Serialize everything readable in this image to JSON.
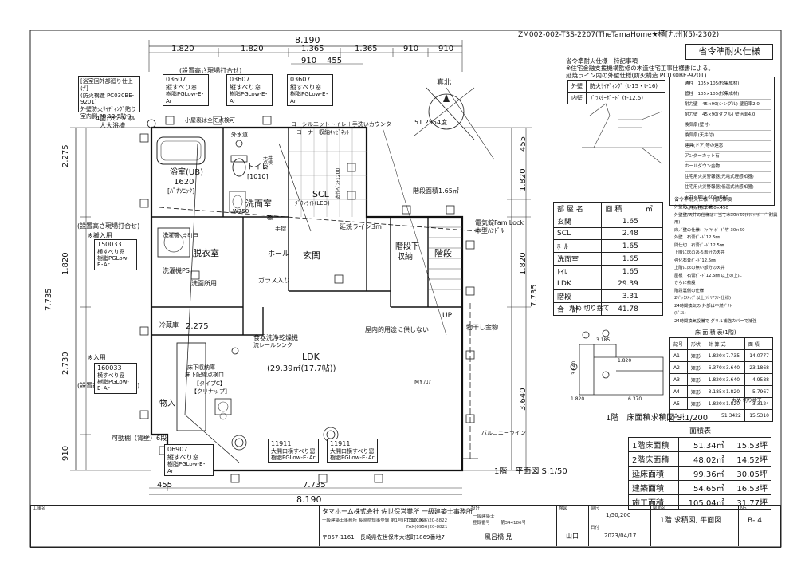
{
  "doc_code": "ZM002-002-T3S-2207(TheTamaHome★極[九州](5)-2302)",
  "top_dims": {
    "total": "8.190",
    "segments": [
      "1.820",
      "1.820",
      "1.365",
      "1.365",
      "910",
      "910"
    ],
    "sub": [
      "910",
      "455"
    ]
  },
  "bottom_dims": {
    "a": "455",
    "b": "7.735",
    "total": "8.190"
  },
  "left_dims": {
    "total": "7.735",
    "a": "2.275",
    "b": "1.820",
    "c": "2.730",
    "d": "910"
  },
  "right_dims": {
    "a": "455",
    "b": "1.820",
    "c": "1.820",
    "total": "7.735",
    "d": "3.640"
  },
  "notes": {
    "bath_wall_title": "[浴室回外部廻り仕上げ]",
    "bath_wall_1": "(防火構造 PC030BE-9201)",
    "bath_wall_2": "外壁防火ｻｲﾃﾞｨﾝｸﾞ貼り",
    "bath_wall_3": "室内側 PB:12.5貼り",
    "install_height_top": "(設置高さ現場打合せ)",
    "install_height_left": "(設置高さ現場打合せ)",
    "install_height_bl": "(設置高さ現場打合せ)",
    "access_use_1": "※搬入用",
    "access_use_2": "※入用",
    "bathtub": "4面ｱｸｾﾝﾄﾊﾟﾈﾙ",
    "bathtub_2": "人大浴槽",
    "small_window": "小屋裏は全て点検可",
    "outside_water": "外水道",
    "pipe_check": "天井点検口",
    "toilet_counter": "ローシルエットトイレ＋手洗いカウンター",
    "toilet_counter_2": "コーナー収納ｷｬﾋﾞﾈｯﾄ",
    "bench": "造作ﾍﾞﾝﾁ1200",
    "true_north": "真北",
    "angle": "51.2554度",
    "stair_area": "階段面積1.65㎡",
    "lock": "電気錠FamiLock",
    "lock_2": "本型ﾊﾝﾄﾞﾙ",
    "fire_line": "延焼ライン3m",
    "not_for_room": "屋内的用途に供しない",
    "hardware": "物干し金物",
    "dishwasher": "食器洗浄乾燥機",
    "sink": "流レールシンク",
    "floor_heat": "床下収納庫",
    "floor_heat_2": "床下配線点検口",
    "type_c": "【タイプC】",
    "type_c_2": "【クリナップ】",
    "shelf": "可動棚（背壁）6段",
    "balcony_line": "バルコニーライン",
    "up": "UP",
    "mio": "MYﾌﾛｱ"
  },
  "rooms": {
    "bath": "浴室(UB)",
    "bath_size": "1620",
    "bath_brand": "[ﾊﾟﾅｿﾆｯｸ]",
    "toilet": "トイレ",
    "toilet_sub": "[1010]",
    "wash": "洗面室",
    "wash_sub": "W750",
    "dressing": "脱衣室",
    "washing_machine": "洗濯機",
    "washer_pan": "洗濯機PS",
    "sink_stand": "洗面所用",
    "clothesline": "片引戸",
    "hall": "ホール",
    "entrance": "玄関",
    "scl": "SCL",
    "scl_sub": "ﾀﾞｳﾝﾗｲﾄ(LED)",
    "under_stair": "階段下",
    "under_stair_2": "収納",
    "stair": "階段",
    "ldk": "LDK",
    "ldk_area": "(29.39㎡(17.7帖))",
    "fridge": "冷蔵庫",
    "storage": "物入",
    "kitchen_tier": "2.275",
    "glass": "ガラス入り",
    "hand_rail": "手摺",
    "hanger": "棚"
  },
  "windows": [
    {
      "code": "03607",
      "kind": "縦すべり窓",
      "glass": "樹脂PGLow-E･Ar"
    },
    {
      "code": "03607",
      "kind": "縦すべり窓",
      "glass": "樹脂PGLow-E･Ar"
    },
    {
      "code": "03607",
      "kind": "縦すべり窓",
      "glass": "樹脂PGLow-E･Ar"
    },
    {
      "code": "06907",
      "kind": "縦すべり窓",
      "glass": "樹脂PGLow-E･Ar"
    },
    {
      "code": "11911",
      "kind": "大開口横すべり窓",
      "glass": "樹脂PGLow-E･Ar"
    },
    {
      "code": "11911",
      "kind": "大開口横すべり窓",
      "glass": "樹脂PGLow-E･Ar"
    }
  ],
  "left_windows": [
    {
      "code": "150033",
      "kind": "横すべり窓",
      "glass": "樹脂PGLow-E･Ar"
    },
    {
      "code": "160033",
      "kind": "横すべり窓",
      "glass": "樹脂PGLow-E･Ar"
    }
  ],
  "spec": {
    "title": "省令準耐火仕様",
    "title2": "省令準耐火仕様　特記事項",
    "line1": "※住宅金融支援機構監修の木造住宅工事仕様書による。",
    "line2": "延焼ライン内の外壁仕様(防火構造 PC030BE-9201)",
    "row1_label": "外壁",
    "row1_val": "防火ｻｲﾃﾞｨﾝｸﾞ (t-15・t-16)",
    "row2_label": "内壁",
    "row2_val": "ﾌﾟﾗｽﾀｰﾎﾞｰﾄﾞ (t-12.5)"
  },
  "legend_items": [
    "通柱　105×105(杉集成材)",
    "管柱　105×105(杉集成材)",
    "耐力壁　45×90(シングル) 壁倍率2.0",
    "耐力壁　45×90(ダブル) 壁倍率4.0",
    "換気扇(壁付)",
    "換気扇(天井付)",
    "建具(ドア)等の連窓",
    "アンダーカット有",
    "ホールダウン金物",
    "住宅用火災警報器(光電式煙感知器)",
    "住宅用火災警報器(低温式熱感知器)",
    "天井点検口 600×600",
    "天井点検口 450×450"
  ],
  "area_table": {
    "headers": [
      "部 屋 名",
      "面 積",
      "㎡"
    ],
    "rows": [
      [
        "玄関",
        "1.65"
      ],
      [
        "SCL",
        "2.48"
      ],
      [
        "ﾎｰﾙ",
        "1.65"
      ],
      [
        "洗面室",
        "1.65"
      ],
      [
        "ﾄｲﾚ",
        "1.65"
      ],
      [
        "LDK",
        "29.39"
      ],
      [
        "階段",
        "3.31"
      ]
    ],
    "total_label": "合　計",
    "total_value": "41.78",
    "round_note": "丸め 切り捨て"
  },
  "fire_notes": {
    "title": "省令準耐火仕様　特記事項",
    "lines": [
      "外壁貼・天井の仕様",
      "外壁壁/天井の仕様は：当て木30×60(ｾﾗﾐｯｸﾎﾞｰﾄﾞ 耐震用)",
      "床／壁の仕様：ﾌｧｲﾔｰﾎﾞｰﾄﾞ竹 30×60",
      "外壁　石膏ﾎﾞｰﾄﾞ12.5㎜",
      "間仕切　石膏ﾎﾞｰﾄﾞ12.5㎜",
      "上階に床のある部分の天井",
      "強化石膏ﾎﾞｰﾄﾞ12.5㎜",
      "上階に床の無い部分の天井",
      "屋根　石膏ﾎﾞｰﾄﾞ12.5㎜ 以上の上に",
      "さらに敷設",
      "階段裏側の仕様",
      "2ﾊﾞｯｸｽｷｯﾌﾟ以上(ﾊﾞﾘｱﾌﾘｰ仕様)",
      "24時間換気の 外部は不燃ﾀﾞｸﾄ",
      "(ﾋﾞﾆﾙ)",
      "24時間換気設備で グリル補強カバーで補強"
    ]
  },
  "floor_calc": {
    "title": "床 面 積 表(1階)",
    "headers": [
      "記号",
      "形状",
      "計 算 式",
      "面 積"
    ],
    "rows": [
      [
        "A1",
        "矩形",
        "1.820×7.735",
        "14.0777"
      ],
      [
        "A2",
        "矩形",
        "6.370×3.640",
        "23.1868"
      ],
      [
        "A3",
        "矩形",
        "1.820×3.640",
        "4.9588"
      ],
      [
        "A4",
        "矩形",
        "3.185×1.820",
        "5.7967"
      ],
      [
        "A5",
        "矩形",
        "1.820×1.820",
        "3.3124"
      ]
    ],
    "total_label": "合 計",
    "total_value": "51.3422",
    "total_tsubo": "15.5310",
    "round_note": "丸め 切り捨て"
  },
  "diagram_dims": {
    "a": "3.185",
    "b": "1.820",
    "c": "6.370",
    "d": "1.820",
    "e": "3.640"
  },
  "floor_area_caption": "1階　床面積求積図 S:1/200",
  "floor_area_summary": {
    "title": "面積表",
    "rows": [
      [
        "1階床面積",
        "51.34㎡",
        "15.53坪"
      ],
      [
        "2階床面積",
        "48.02㎡",
        "14.52坪"
      ],
      [
        "延床面積",
        "99.36㎡",
        "30.05坪"
      ],
      [
        "建築面積",
        "54.65㎡",
        "16.53坪"
      ],
      [
        "施工面積",
        "105.04㎡",
        "31.77坪"
      ]
    ]
  },
  "plan_caption": "1階　平面図 S:1/50",
  "title_block": {
    "project_label": "工事名",
    "company": "タマホーム株式会社 佐世保営業所 一級建築士事務所",
    "registration": "一級建築士事務所 長崎県知事登録 第1号(R:1001/6)",
    "tel": "TEL(0956)20-8822",
    "fax": "FAX(0956)20-8821",
    "address": "〒857-1161　長崎県佐世保市大塔町1869番地7",
    "designer_label": "設計",
    "designer_sub": "一級建築士",
    "designer_sub2": "登録番号",
    "designer_num": "第344186号",
    "designer_name": "風呂橋 見",
    "check_label": "検図",
    "check_name": "山口",
    "scale_label": "縮尺",
    "scale": "1/50,200",
    "date_label": "日付",
    "date": "2023/04/17",
    "drawing_label": "図面名",
    "drawing_name": "1階 求積図, 平面図",
    "no_label": "No",
    "no": "B- 4"
  }
}
